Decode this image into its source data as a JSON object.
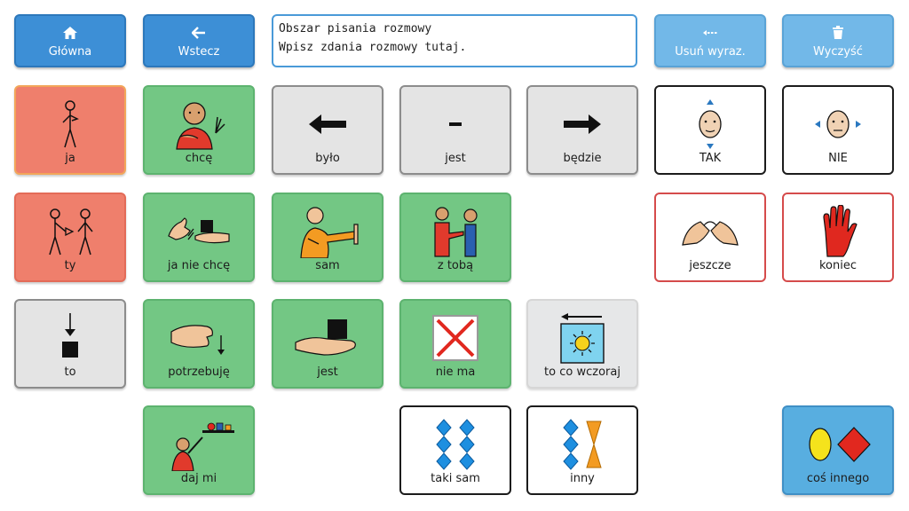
{
  "toolbar": {
    "home_label": "Główna",
    "back_label": "Wstecz",
    "delete_word_label": "Usuń wyraz.",
    "clear_label": "Wyczyść"
  },
  "message": {
    "line1": "Obszar pisania rozmowy",
    "line2": "Wpisz zdania rozmowy tutaj."
  },
  "tiles": {
    "ja": "ja",
    "chce": "chcę",
    "bylo": "było",
    "jest_time": "jest",
    "bedzie": "będzie",
    "tak": "TAK",
    "nie": "NIE",
    "ty": "ty",
    "ja_nie_chce": "ja nie chcę",
    "sam": "sam",
    "z_toba": "z tobą",
    "jeszcze": "jeszcze",
    "koniec": "koniec",
    "to": "to",
    "potrzebuje": "potrzebuję",
    "jest_obj": "jest",
    "nie_ma": "nie ma",
    "to_co_wczoraj": "to co wczoraj",
    "daj_mi": "daj mi",
    "taki_sam": "taki sam",
    "inny": "inny",
    "cos_innego": "coś innego"
  },
  "colors": {
    "nav_blue": "#3d8fd6",
    "nav_light_blue": "#72b8e8",
    "green": "#73c784",
    "salmon": "#ef7f6c",
    "grey": "#e4e4e4",
    "blue": "#58aee0"
  },
  "icons": {
    "home": "home-icon",
    "back": "arrow-left-icon",
    "delete_word": "backspace-icon",
    "clear": "trash-icon"
  }
}
